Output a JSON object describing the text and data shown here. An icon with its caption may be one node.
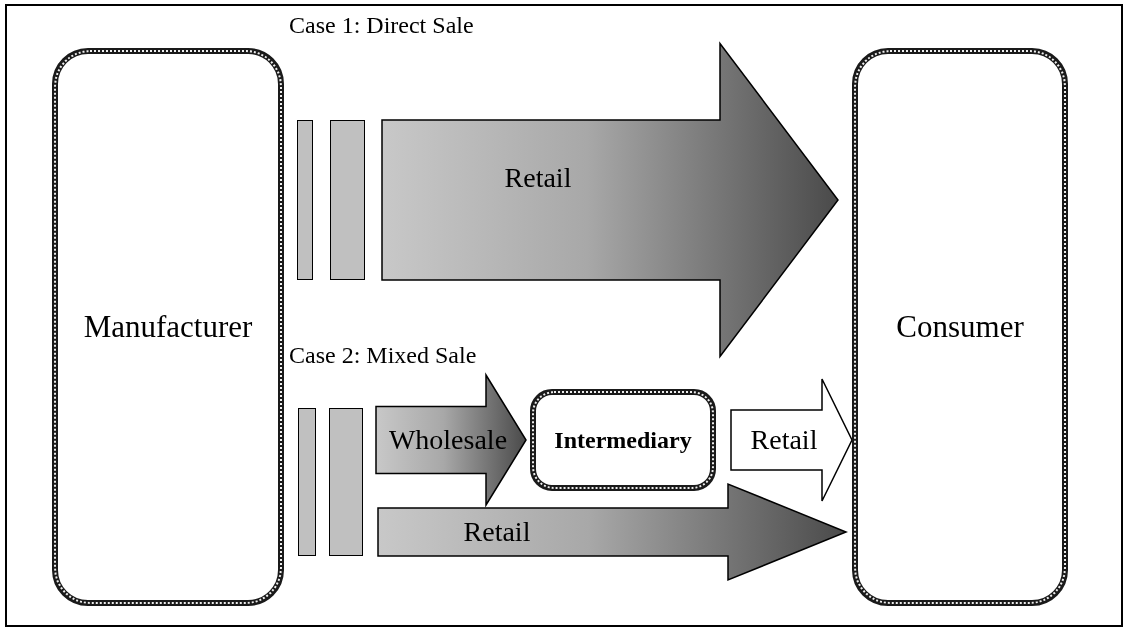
{
  "diagram": {
    "nodes": [
      {
        "text": [
          "Manufacturer"
        ]
      },
      {
        "text": [
          "Consumer"
        ]
      },
      {
        "text": [
          "Intermediary"
        ]
      },
      {
        "text": [],
        "shape": "bar"
      },
      {
        "text": [],
        "shape": "bar"
      },
      {
        "text": [],
        "shape": "bar"
      },
      {
        "text": [],
        "shape": "bar"
      }
    ],
    "edges": [
      {
        "from": 4,
        "to": 1,
        "arrow": "to",
        "label": "Retail",
        "style": "thick"
      },
      {
        "from": 6,
        "to": 2,
        "arrow": "to",
        "label": "Wholesale",
        "style": "thick"
      },
      {
        "from": 2,
        "to": 1,
        "arrow": "to",
        "label": "Retail",
        "style": "thick",
        "color": "#ffffff"
      },
      {
        "from": 6,
        "to": 1,
        "arrow": "to",
        "label": "Retail",
        "style": "thick"
      }
    ],
    "labels": [
      "Case 1: Direct Sale",
      "Case 2: Mixed Sale"
    ]
  }
}
